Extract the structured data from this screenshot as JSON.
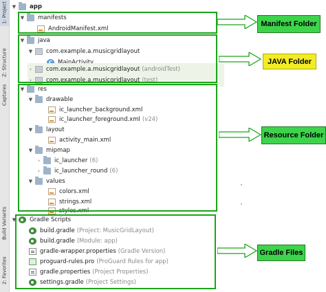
{
  "side_tabs": {
    "project": "1: Project",
    "structure": "Z: Structure",
    "captures": "Captures",
    "build_variants": "Build Variants",
    "favorites": "2: Favorites"
  },
  "tree": {
    "app": "app",
    "manifests": "manifests",
    "android_manifest": "AndroidManifest.xml",
    "java": "java",
    "pkg_main": "com.example.a.musicgridlayout",
    "main_activity": "MainActivity",
    "pkg_android_test": "com.example.a.musicgridlayout",
    "pkg_android_test_hint": "(androidTest)",
    "pkg_test": "com.example.a.musicgridlayout",
    "pkg_test_hint": "(test)",
    "res": "res",
    "drawable": "drawable",
    "ic_launcher_background": "ic_launcher_background.xml",
    "ic_launcher_foreground": "ic_launcher_foreground.xml",
    "ic_launcher_foreground_hint": "(v24)",
    "layout": "layout",
    "activity_main": "activity_main.xml",
    "mipmap": "mipmap",
    "ic_launcher": "ic_launcher",
    "ic_launcher_hint": "(6)",
    "ic_launcher_round": "ic_launcher_round",
    "ic_launcher_round_hint": "(6)",
    "values": "values",
    "colors": "colors.xml",
    "strings": "strings.xml",
    "styles": "styles.xml",
    "gradle_scripts": "Gradle Scripts",
    "build_gradle_project": "build.gradle",
    "build_gradle_project_hint": "(Project: MusicGridLayout)",
    "build_gradle_module": "build.gradle",
    "build_gradle_module_hint": "(Module: app)",
    "gradle_wrapper": "gradle-wrapper.properties",
    "gradle_wrapper_hint": "(Gradle Version)",
    "proguard": "proguard-rules.pro",
    "proguard_hint": "(ProGuard Rules for app)",
    "gradle_properties": "gradle.properties",
    "gradle_properties_hint": "(Project Properties)",
    "settings_gradle": "settings.gradle",
    "settings_gradle_hint": "(Project Settings)"
  },
  "callouts": {
    "manifest": "Manifest Folder",
    "java": "JAVA  Folder",
    "resource": "Resource  Folder",
    "gradle": "Gradle Files"
  },
  "colors": {
    "box_green": "#1aa31a",
    "label_green": "#3dd44c",
    "label_yellow": "#f2ec27"
  }
}
